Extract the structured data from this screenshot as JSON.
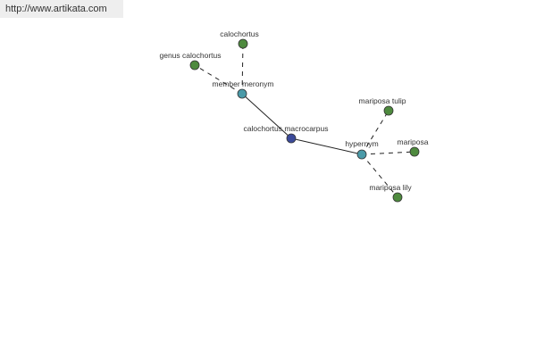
{
  "banner": {
    "url_text": "http://www.artikata.com"
  },
  "colors": {
    "center_node": "#3b4a9a",
    "relation_node": "#4a9aa8",
    "leaf_node": "#4e8a3e",
    "node_stroke": "#333333",
    "edge": "#222222",
    "label": "#333333"
  },
  "graph": {
    "nodes": [
      {
        "id": "center",
        "label": "calochortus macrocarpus",
        "kind": "center"
      },
      {
        "id": "member_meronym",
        "label": "member meronym",
        "kind": "relation"
      },
      {
        "id": "hypernym",
        "label": "hypernym",
        "kind": "relation"
      },
      {
        "id": "calochortus",
        "label": "calochortus",
        "kind": "leaf"
      },
      {
        "id": "genus_calochortus",
        "label": "genus calochortus",
        "kind": "leaf"
      },
      {
        "id": "mariposa_tulip",
        "label": "mariposa tulip",
        "kind": "leaf"
      },
      {
        "id": "mariposa",
        "label": "mariposa",
        "kind": "leaf"
      },
      {
        "id": "mariposa_lily",
        "label": "mariposa lily",
        "kind": "leaf"
      }
    ],
    "edges": [
      {
        "from": "center",
        "to": "member_meronym",
        "style": "solid"
      },
      {
        "from": "center",
        "to": "hypernym",
        "style": "solid"
      },
      {
        "from": "member_meronym",
        "to": "calochortus",
        "style": "dashed"
      },
      {
        "from": "member_meronym",
        "to": "genus_calochortus",
        "style": "dashed"
      },
      {
        "from": "hypernym",
        "to": "mariposa_tulip",
        "style": "dashed"
      },
      {
        "from": "hypernym",
        "to": "mariposa",
        "style": "dashed"
      },
      {
        "from": "hypernym",
        "to": "mariposa_lily",
        "style": "dashed"
      }
    ]
  }
}
